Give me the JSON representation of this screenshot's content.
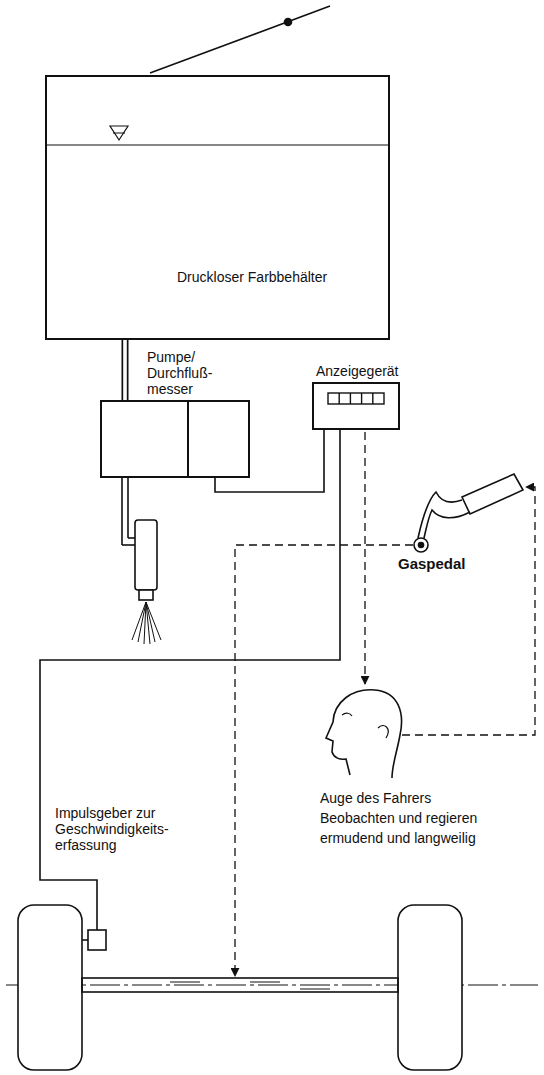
{
  "diagram": {
    "nodes": [
      {
        "text": [
          "Druckloser Farbbehälter"
        ]
      },
      {
        "text": [
          "Pumpe/ Durchfluß- messer"
        ]
      },
      {
        "text": [
          "Anzeigegerät"
        ]
      }
    ],
    "edges": [
      {
        "from": 0,
        "to": 1,
        "arrow": "none"
      },
      {
        "from": 1,
        "to": 2,
        "arrow": "none"
      }
    ],
    "labels": [
      "Gaspedal",
      "Impulsgeber zur Geschwindigkeits- erfassung",
      "Auge des Fahrers",
      "Beobachten und regieren",
      "ermudend und langweilig"
    ]
  }
}
